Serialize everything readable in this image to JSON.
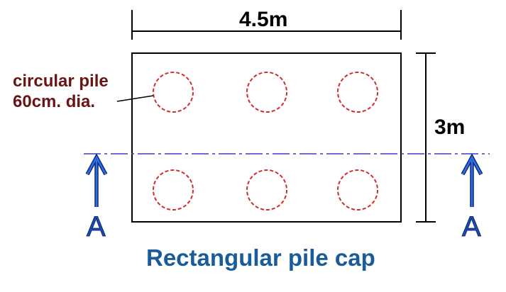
{
  "dimensions": {
    "width": "4.5m",
    "height": "3m"
  },
  "pile_note": {
    "line1": "circular pile",
    "line2": "60cm. dia."
  },
  "section": {
    "left": "A",
    "right": "A"
  },
  "caption": "Rectangular pile cap",
  "colors": {
    "pile": "#d42a2a",
    "section_line": "#3b3bc4",
    "arrow": "#1f4aa8",
    "note": "#6b1414",
    "caption": "#1a5c9a"
  }
}
